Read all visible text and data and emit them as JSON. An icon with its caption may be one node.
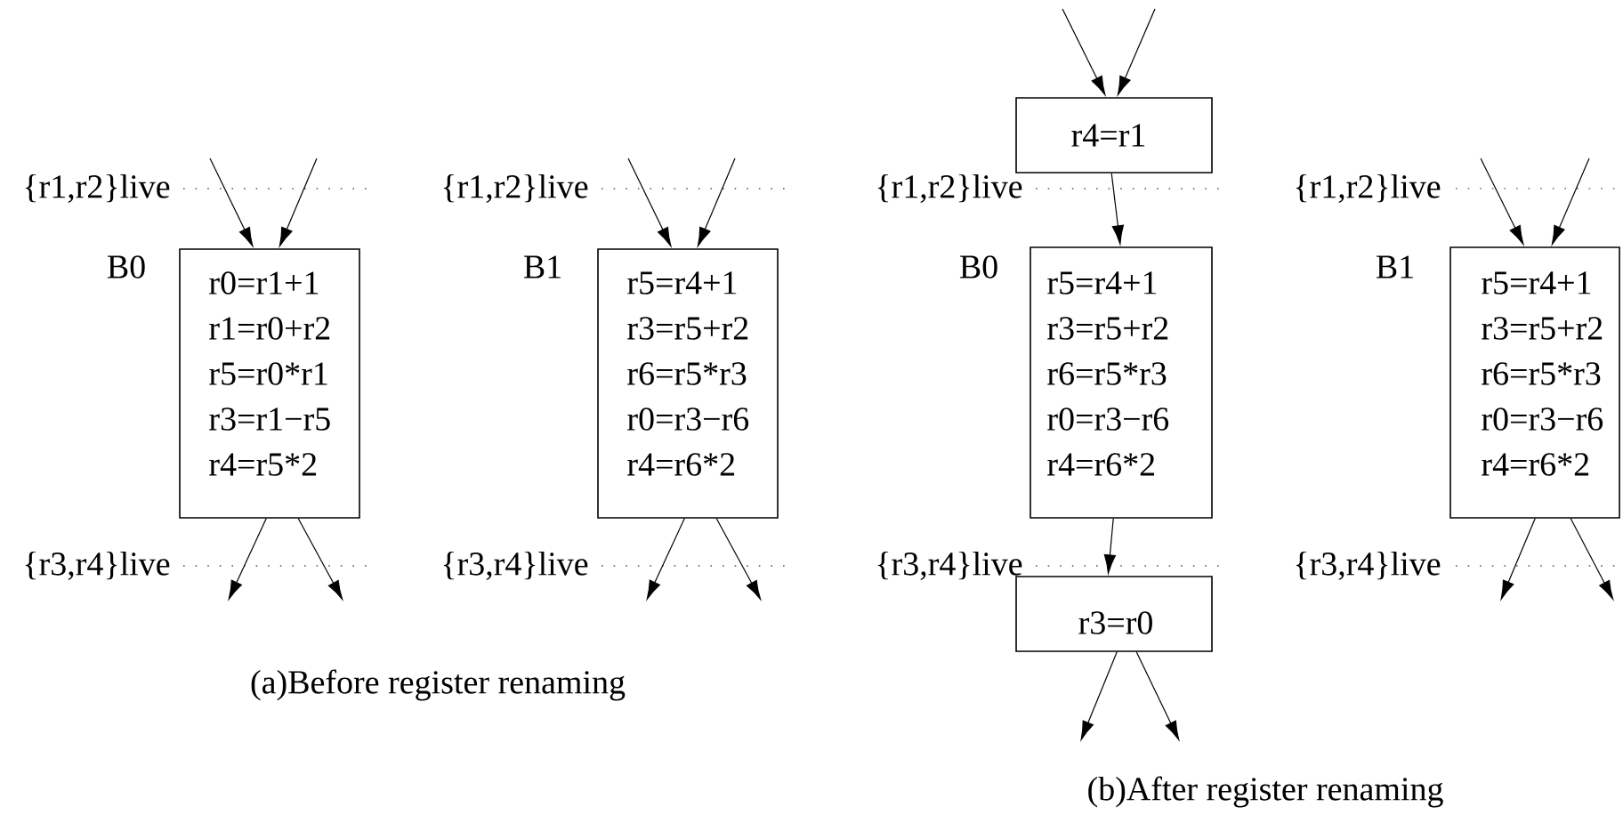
{
  "diagram": {
    "nodes": [
      {
        "text": [
          "B0",
          "r0=r1+1",
          "r1=r0+r2",
          "r5=r0*r1",
          "r3=r1−r5",
          "r4=r5*2"
        ]
      },
      {
        "text": [
          "B1",
          "r5=r4+1",
          "r3=r5+r2",
          "r6=r5*r3",
          "r0=r3−r6",
          "r4=r6*2"
        ]
      },
      {
        "text": [
          "r4=r1"
        ]
      },
      {
        "text": [
          "B0",
          "r5=r4+1",
          "r3=r5+r2",
          "r6=r5*r3",
          "r0=r3−r6",
          "r4=r6*2"
        ]
      },
      {
        "text": [
          "r3=r0"
        ]
      },
      {
        "text": [
          "B1",
          "r5=r4+1",
          "r3=r5+r2",
          "r6=r5*r3",
          "r0=r3−r6",
          "r4=r6*2"
        ]
      }
    ],
    "edges": [
      {
        "from": null,
        "to": 0,
        "arrow": "to"
      },
      {
        "from": null,
        "to": 0,
        "arrow": "to"
      },
      {
        "from": 0,
        "to": null,
        "arrow": "to"
      },
      {
        "from": 0,
        "to": null,
        "arrow": "to"
      },
      {
        "from": null,
        "to": 1,
        "arrow": "to"
      },
      {
        "from": null,
        "to": 1,
        "arrow": "to"
      },
      {
        "from": 1,
        "to": null,
        "arrow": "to"
      },
      {
        "from": 1,
        "to": null,
        "arrow": "to"
      },
      {
        "from": null,
        "to": 2,
        "arrow": "to"
      },
      {
        "from": null,
        "to": 2,
        "arrow": "to"
      },
      {
        "from": 2,
        "to": 3,
        "arrow": "to"
      },
      {
        "from": 3,
        "to": 4,
        "arrow": "to"
      },
      {
        "from": 4,
        "to": null,
        "arrow": "to"
      },
      {
        "from": 4,
        "to": null,
        "arrow": "to"
      },
      {
        "from": null,
        "to": 5,
        "arrow": "to"
      },
      {
        "from": null,
        "to": 5,
        "arrow": "to"
      },
      {
        "from": 5,
        "to": null,
        "arrow": "to"
      },
      {
        "from": 5,
        "to": null,
        "arrow": "to"
      }
    ],
    "labels": [
      "{r1,r2}live",
      "{r1,r2}live",
      "{r3,r4}live",
      "{r3,r4}live",
      "(a)Before register renaming",
      "{r1,r2}live",
      "{r1,r2}live",
      "{r3,r4}live",
      "{r3,r4}live",
      "(b)After register renaming"
    ]
  }
}
